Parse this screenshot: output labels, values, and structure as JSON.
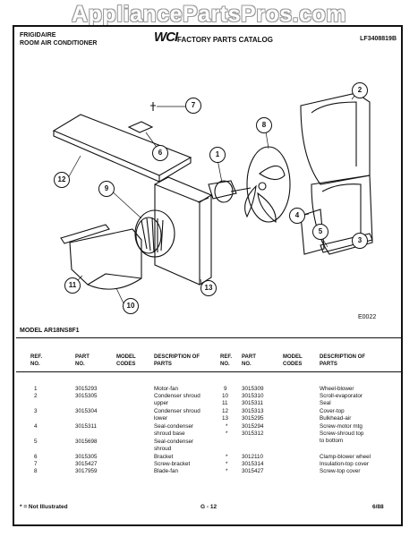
{
  "watermark": "AppliancePartsPros.com",
  "header": {
    "brand": "FRIGIDAIRE",
    "product": "ROOM AIR CONDITIONER",
    "logo": "WCI",
    "catalog": "FACTORY PARTS CATALOG",
    "part_number": "LF3408819B"
  },
  "diagram": {
    "callouts": [
      "1",
      "2",
      "3",
      "4",
      "5",
      "6",
      "7",
      "8",
      "9",
      "10",
      "11",
      "12",
      "13"
    ],
    "code": "E0022"
  },
  "model": "MODEL AR18NS8F1",
  "table": {
    "headers": {
      "ref_no": "REF. NO.",
      "part_no": "PART NO.",
      "model_codes": "MODEL CODES",
      "description": "DESCRIPTION OF PARTS"
    },
    "left": [
      {
        "ref": "1",
        "part": "3015293",
        "desc": "Motor-fan"
      },
      {
        "ref": "2",
        "part": "3015305",
        "desc": "Condenser shroud"
      },
      {
        "ref": "",
        "part": "",
        "desc": "upper"
      },
      {
        "ref": "3",
        "part": "3015304",
        "desc": "Condenser shroud"
      },
      {
        "ref": "",
        "part": "",
        "desc": "lower"
      },
      {
        "ref": "4",
        "part": "3015311",
        "desc": "Seal-condenser"
      },
      {
        "ref": "",
        "part": "",
        "desc": "shroud base"
      },
      {
        "ref": "5",
        "part": "3015698",
        "desc": "Seal-condenser"
      },
      {
        "ref": "",
        "part": "",
        "desc": "shroud"
      },
      {
        "ref": "6",
        "part": "3015305",
        "desc": "Bracket"
      },
      {
        "ref": "7",
        "part": "3015427",
        "desc": "Screw-bracket"
      },
      {
        "ref": "8",
        "part": "3017959",
        "desc": "Blade-fan"
      }
    ],
    "right": [
      {
        "ref": "9",
        "part": "3015309",
        "desc": "Wheel-blower"
      },
      {
        "ref": "10",
        "part": "3015310",
        "desc": "Scroll-evaporator"
      },
      {
        "ref": "11",
        "part": "3015311",
        "desc": "Seal"
      },
      {
        "ref": "12",
        "part": "3015313",
        "desc": "Cover-top"
      },
      {
        "ref": "13",
        "part": "3015295",
        "desc": "Bulkhead-air"
      },
      {
        "ref": "*",
        "part": "3015294",
        "desc": "Screw-motor mtg"
      },
      {
        "ref": "*",
        "part": "3015312",
        "desc": "Screw-shroud top"
      },
      {
        "ref": "",
        "part": "",
        "desc": "to bottom"
      },
      {
        "ref": "*",
        "part": "3012110",
        "desc": "Clamp-blower wheel"
      },
      {
        "ref": "*",
        "part": "3015314",
        "desc": "Insulation-top cover"
      },
      {
        "ref": "*",
        "part": "3015427",
        "desc": "Screw-top cover"
      }
    ]
  },
  "footer": {
    "note": "* = Not Illustrated",
    "page": "G - 12",
    "date": "6/88"
  }
}
